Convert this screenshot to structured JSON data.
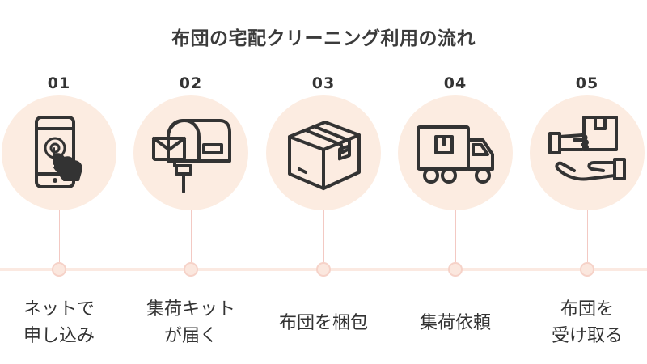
{
  "title": "布団の宅配クリーニング利用の流れ",
  "steps": [
    {
      "number": "01",
      "icon": "smartphone-tap-icon",
      "label_lines": [
        "ネットで",
        "申し込み"
      ]
    },
    {
      "number": "02",
      "icon": "mailbox-icon",
      "label_lines": [
        "集荷キット",
        "が届く"
      ]
    },
    {
      "number": "03",
      "icon": "cardboard-box-icon",
      "label_lines": [
        "布団を梱包"
      ]
    },
    {
      "number": "04",
      "icon": "delivery-truck-icon",
      "label_lines": [
        "集荷依頼"
      ]
    },
    {
      "number": "05",
      "icon": "hand-over-package-icon",
      "label_lines": [
        "布団を",
        "受け取る"
      ]
    }
  ],
  "colors": {
    "circle": "#fcece1",
    "line": "#f3c9c3",
    "text": "#333333"
  }
}
